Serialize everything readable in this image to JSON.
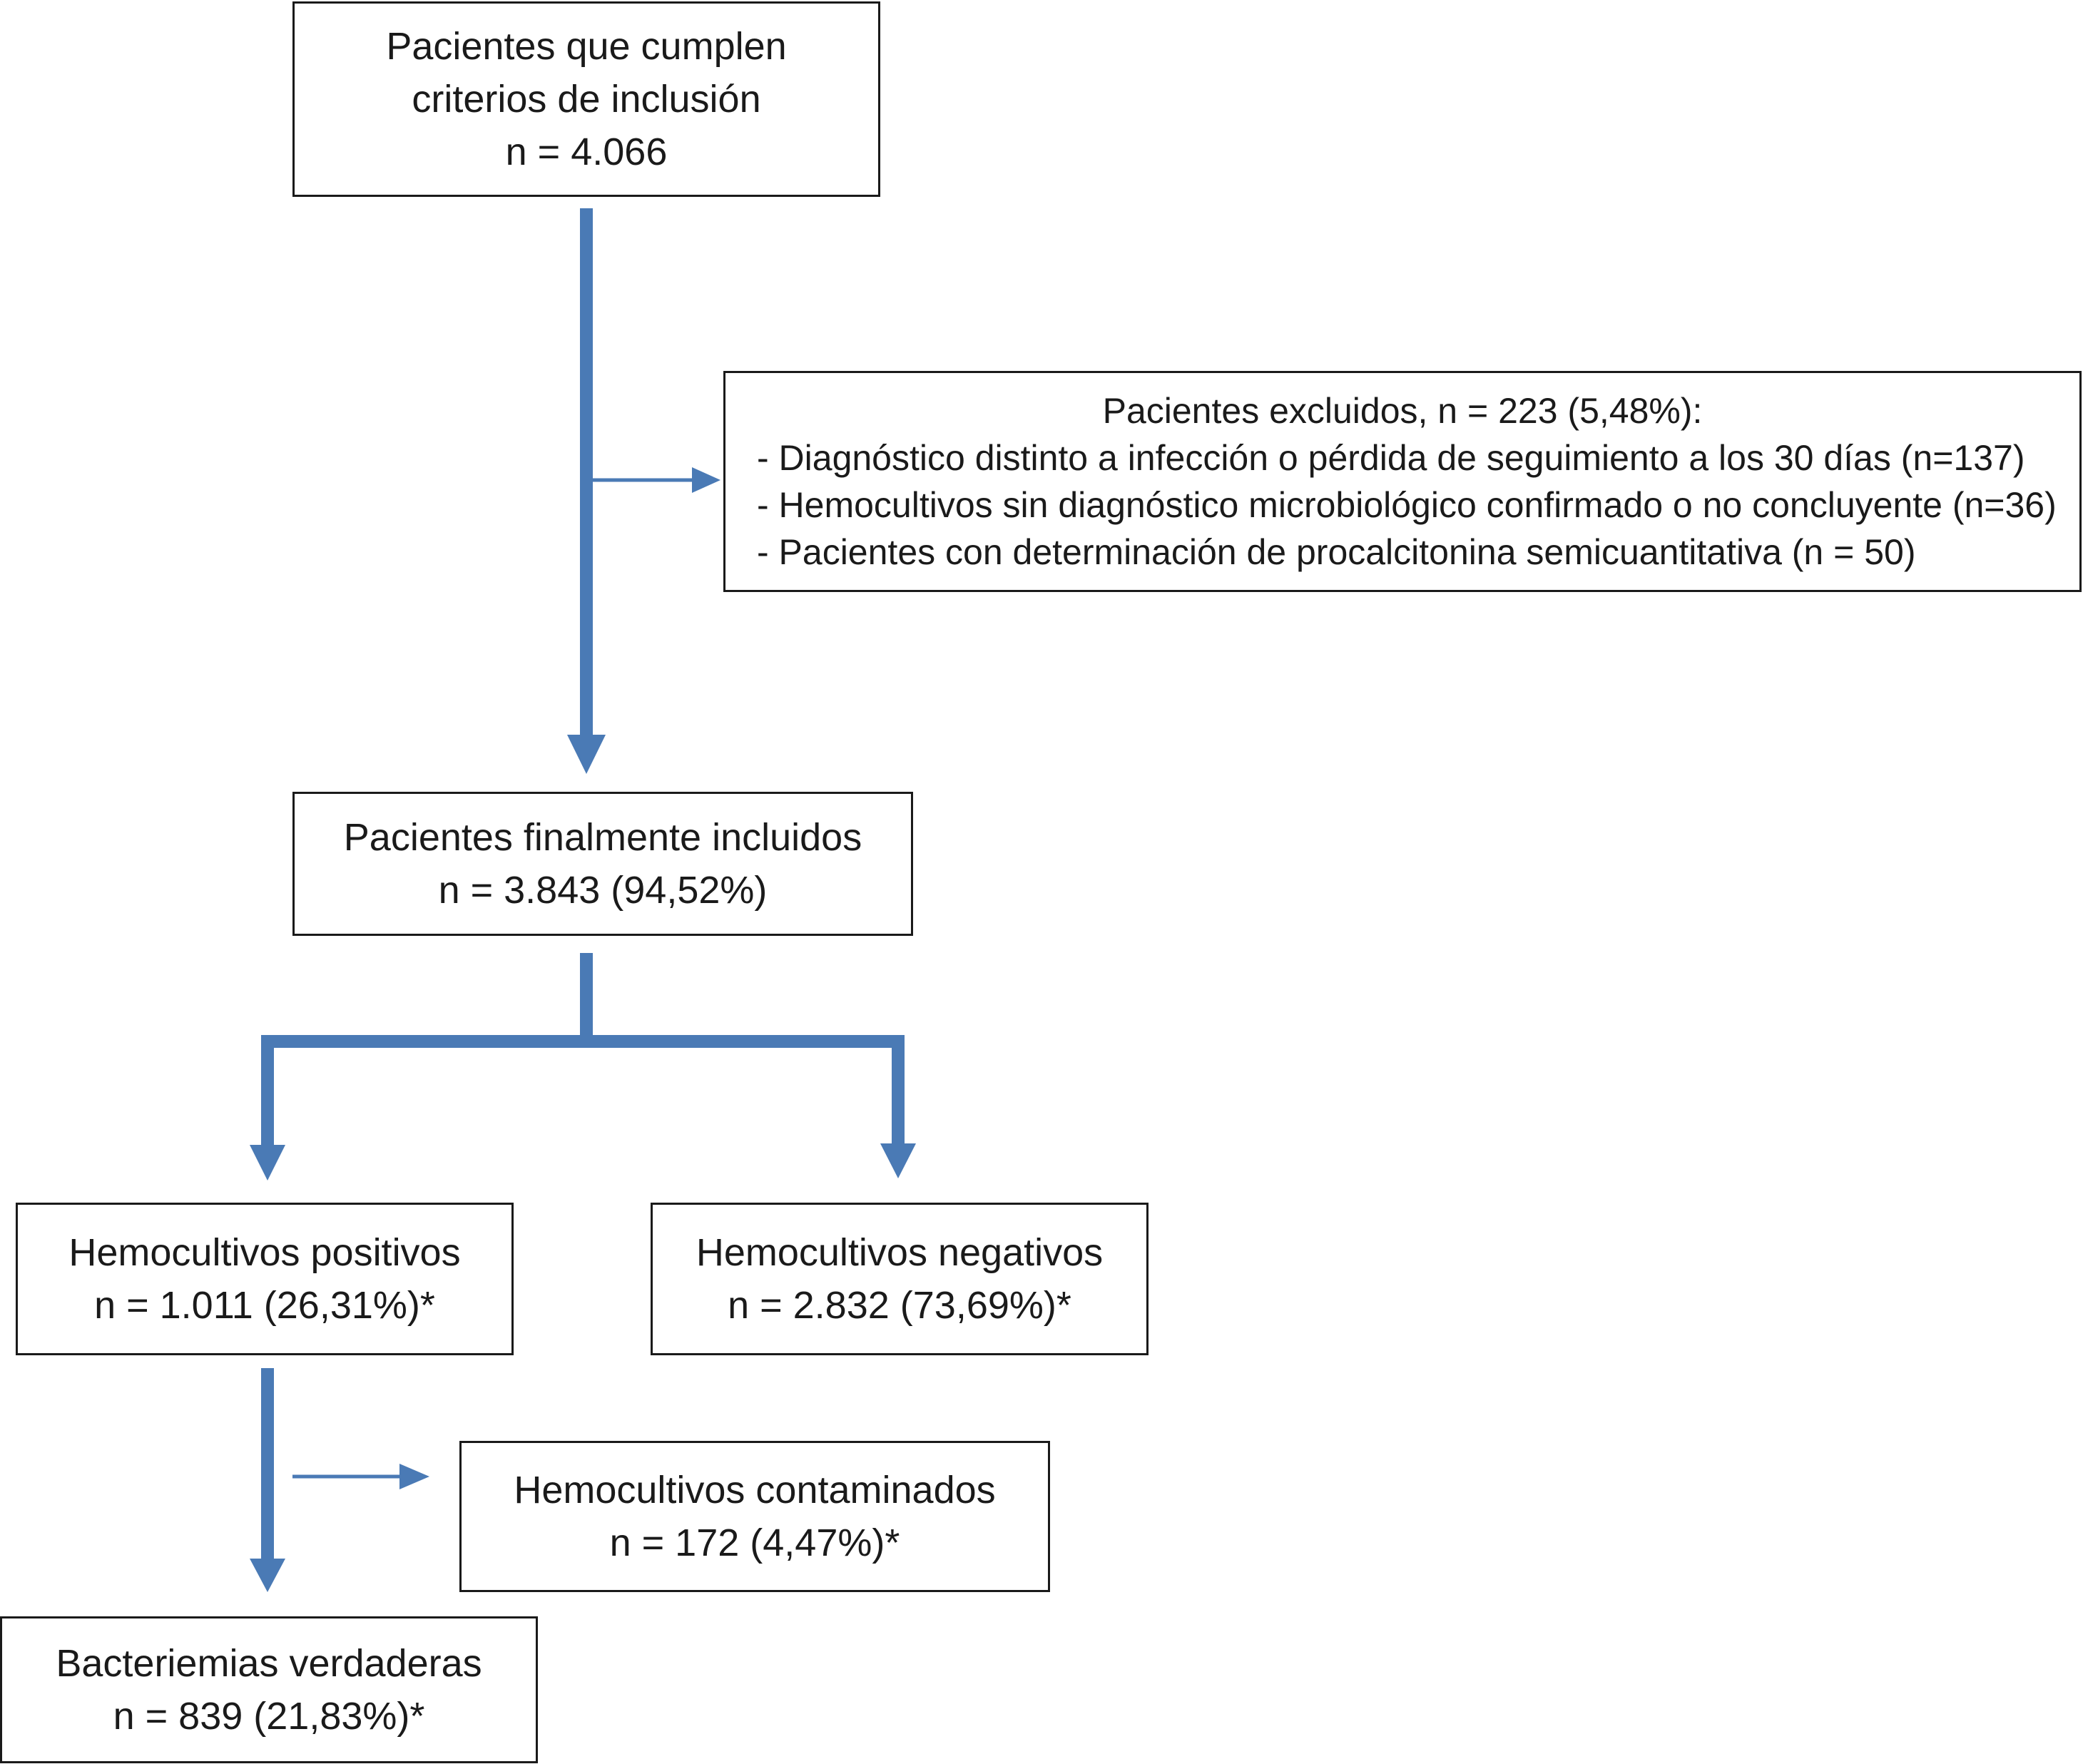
{
  "boxes": {
    "criteria": {
      "lines": [
        "Pacientes que cumplen",
        "criterios de inclusión",
        "n = 4.066"
      ]
    },
    "excluded": {
      "header": "Pacientes excluidos, n = 223 (5,48%):",
      "items": [
        "- Diagnóstico distinto a infección o pérdida de seguimiento a los 30 días (n=137)",
        "- Hemocultivos sin diagnóstico microbiológico confirmado o no concluyente (n=36)",
        "- Pacientes con determinación de procalcitonina semicuantitativa (n = 50)"
      ]
    },
    "included": {
      "lines": [
        "Pacientes finalmente incluidos",
        "n = 3.843 (94,52%)"
      ]
    },
    "positive": {
      "lines": [
        "Hemocultivos positivos",
        "n = 1.011 (26,31%)*"
      ]
    },
    "negative": {
      "lines": [
        "Hemocultivos negativos",
        "n = 2.832 (73,69%)*"
      ]
    },
    "contaminated": {
      "lines": [
        "Hemocultivos contaminados",
        "n = 172 (4,47%)*"
      ]
    },
    "true_bacteremia": {
      "lines": [
        "Bacteriemias verdaderas",
        "n = 839 (21,83%)*"
      ]
    }
  },
  "colors": {
    "arrow": "#4a7ab5",
    "border": "#1a1a1a"
  }
}
